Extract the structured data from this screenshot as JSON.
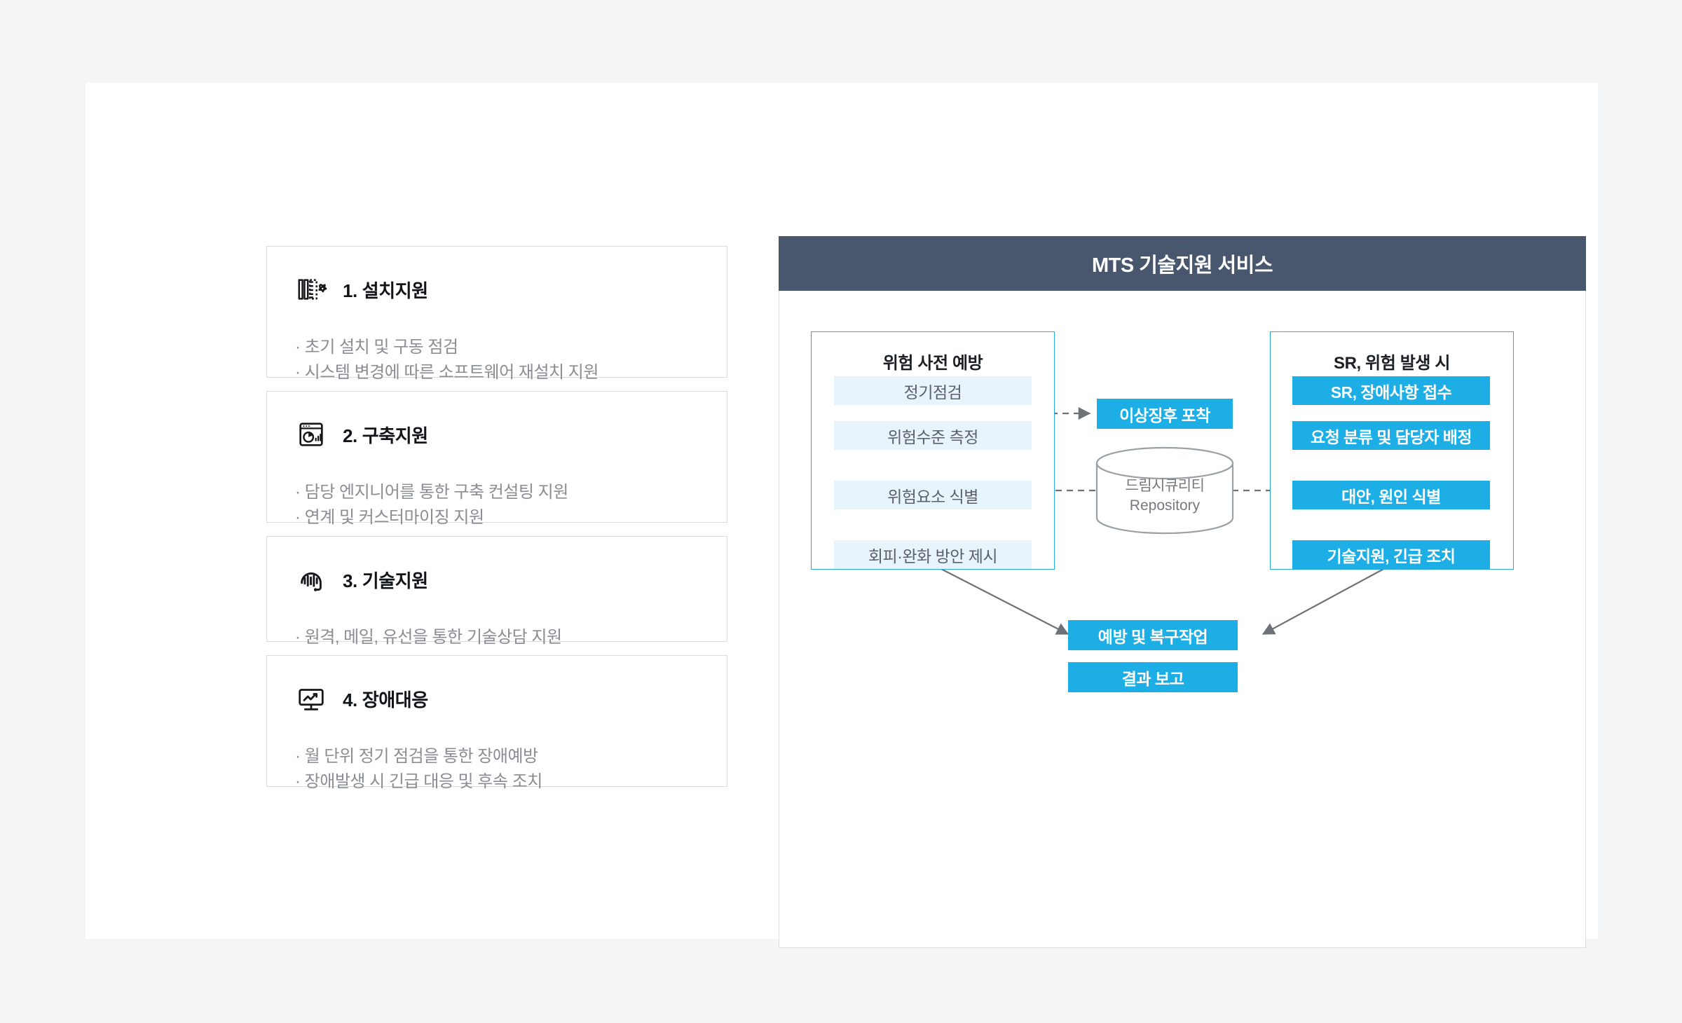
{
  "theme": {
    "page_bg": "#f4f5f7",
    "panel_bg": "#ffffff",
    "header_bg": "#49576e",
    "accent_blue": "#1daee6",
    "light_blue": "#e7f4fc",
    "group_border": "#29a8e0",
    "card_border": "#dcdcdc",
    "body_text": "#8a8d93",
    "arrow_gray": "#6d7278"
  },
  "service_cards": [
    {
      "icon": "ruler-gear-icon",
      "title": "1. 설치지원",
      "lines": [
        "· 초기 설치 및 구동 점검",
        "· 시스템 변경에 따른 소프트웨어 재설치 지원"
      ]
    },
    {
      "icon": "dashboard-window-icon",
      "title": "2. 구축지원",
      "lines": [
        "· 담당 엔지니어를 통한 구축 컨설팅 지원",
        "· 연계 및 커스터마이징 지원"
      ]
    },
    {
      "icon": "headset-icon",
      "title": "3. 기술지원",
      "lines": [
        "· 원격, 메일, 유선을 통한 기술상담 지원"
      ]
    },
    {
      "icon": "monitor-chart-icon",
      "title": "4. 장애대응",
      "lines": [
        "· 월 단위 정기 점검을 통한 장애예방",
        "· 장애발생 시 긴급 대응 및 후속 조치"
      ]
    }
  ],
  "diagram": {
    "header_title": "MTS 기술지원 서비스",
    "left_group": {
      "title": "위험 사전 예방",
      "steps": [
        "정기점검",
        "위험수준 측정",
        "위험요소 식별",
        "회피·완화 방안 제시"
      ]
    },
    "right_group": {
      "title": "SR, 위험 발생 시",
      "steps": [
        "SR, 장애사항 접수",
        "요청 분류 및 담당자 배정",
        "대안, 원인 식별",
        "기술지원, 긴급 조치"
      ]
    },
    "center": {
      "detect_box": "이상징후 포착",
      "repository_line1": "드림시큐리티",
      "repository_line2": "Repository"
    },
    "outcomes": [
      "예방 및 복구작업",
      "결과 보고"
    ]
  }
}
